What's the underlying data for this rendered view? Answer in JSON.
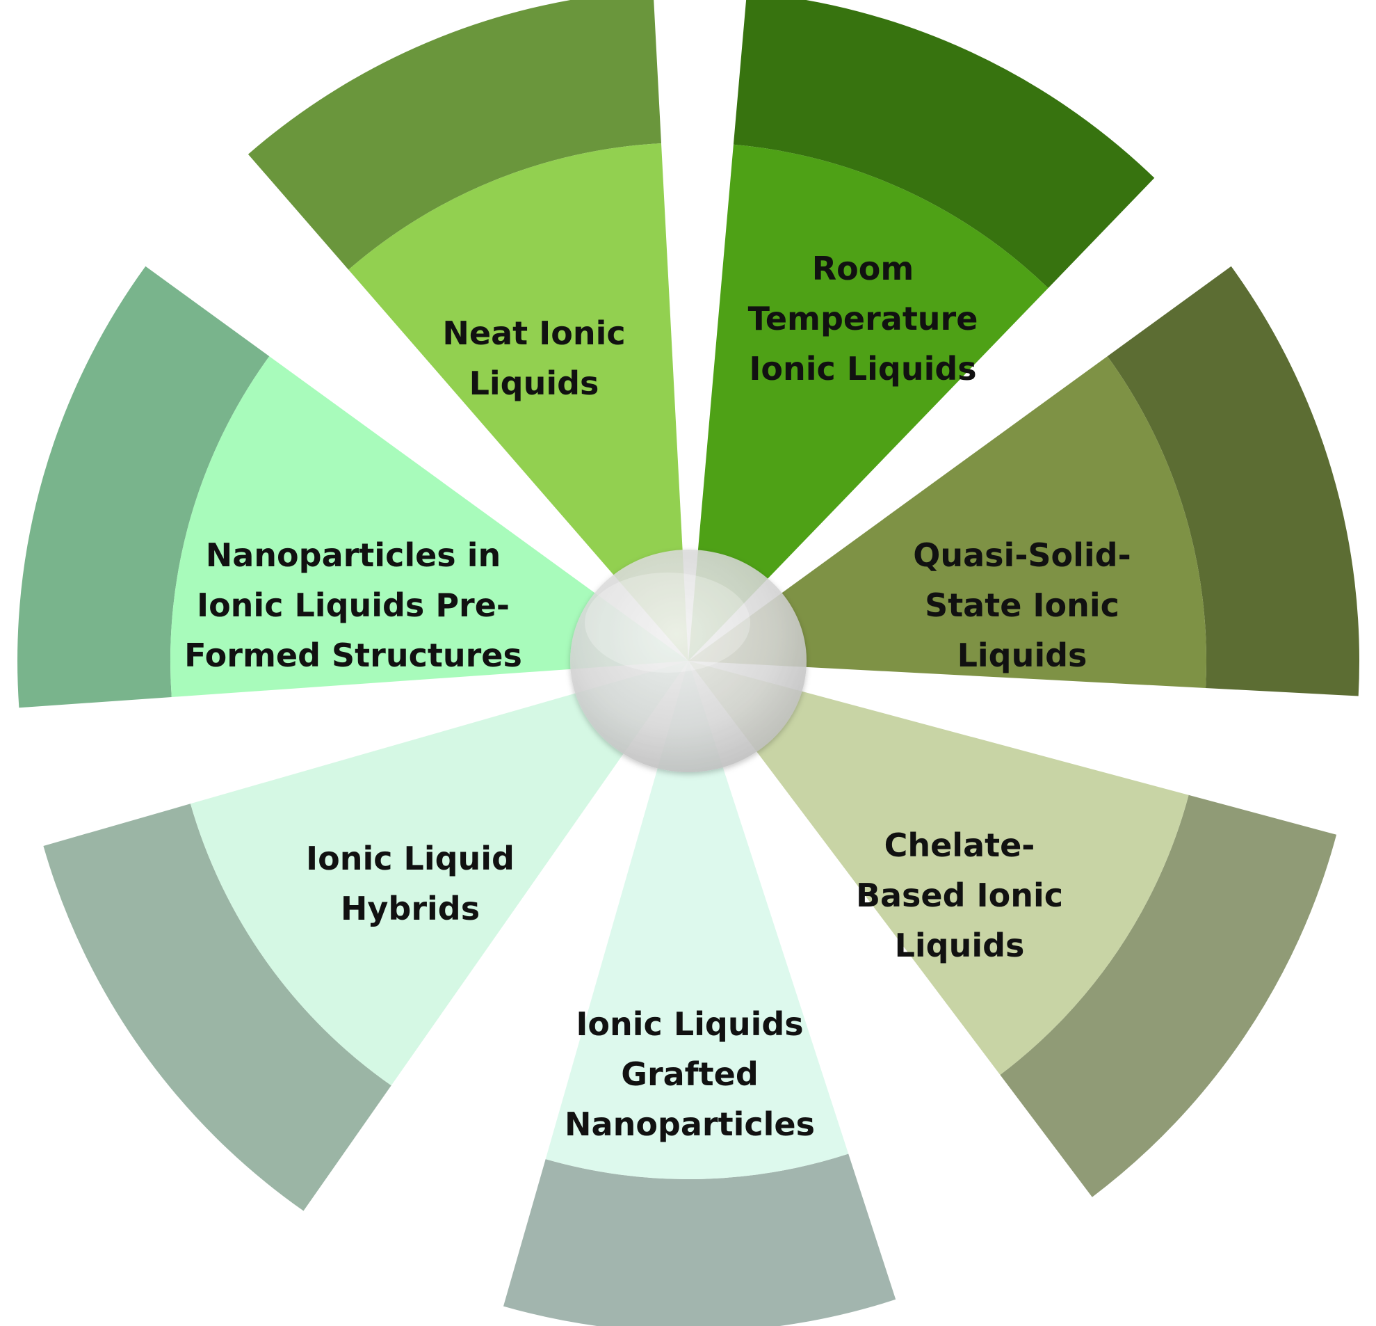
{
  "segments": [
    {
      "id": "neat",
      "label_lines": [
        "Neat Ionic",
        "Liquids"
      ],
      "inner_color": "#92D050",
      "outer_color": "#6A963C"
    },
    {
      "id": "rtil",
      "label_lines": [
        "Room",
        "Temperature",
        "Ionic Liquids"
      ],
      "inner_color": "#4EA116",
      "outer_color": "#37730F"
    },
    {
      "id": "quasi",
      "label_lines": [
        "Quasi-Solid-",
        "State Ionic",
        "Liquids"
      ],
      "inner_color": "#7E9245",
      "outer_color": "#5C6D33"
    },
    {
      "id": "chelate",
      "label_lines": [
        "Chelate-",
        "Based Ionic",
        "Liquids"
      ],
      "inner_color": "#C8D4A5",
      "outer_color": "#909B76"
    },
    {
      "id": "grafted",
      "label_lines": [
        "Ionic Liquids",
        "Grafted",
        "Nanoparticles"
      ],
      "inner_color": "#DDF9ED",
      "outer_color": "#A2B5AE"
    },
    {
      "id": "hybrids",
      "label_lines": [
        "Ionic Liquid",
        "Hybrids"
      ],
      "inner_color": "#D5F8E4",
      "outer_color": "#9BB5A5"
    },
    {
      "id": "nano-preformed",
      "label_lines": [
        "Nanoparticles in",
        "Ionic Liquids Pre-",
        "Formed Structures"
      ],
      "inner_color": "#A8FBBB",
      "outer_color": "#79B48C"
    }
  ],
  "hub_color": "#D6D6D6"
}
